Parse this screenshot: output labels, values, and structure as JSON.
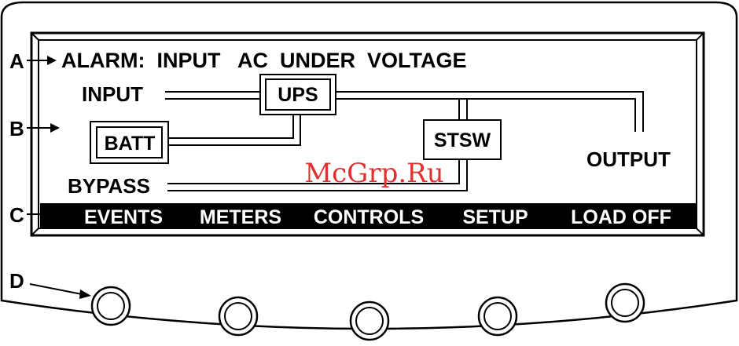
{
  "display": {
    "alarm_message": "ALARM:  INPUT   AC  UNDER  VOLTAGE"
  },
  "mimic": {
    "input_label": "INPUT",
    "ups_label": "UPS",
    "batt_label": "BATT",
    "stsw_label": "STSW",
    "output_label": "OUTPUT",
    "bypass_label": "BYPASS"
  },
  "menu": {
    "items": [
      "EVENTS",
      "METERS",
      "CONTROLS",
      "SETUP",
      "LOAD OFF"
    ]
  },
  "callouts": {
    "a": "A",
    "b": "B",
    "c": "C",
    "d": "D"
  },
  "watermark": "McGrp.Ru",
  "colors": {
    "line": "#000000",
    "menu_bar": "#000000",
    "menu_text": "#ffffff",
    "watermark": "#e03030"
  }
}
